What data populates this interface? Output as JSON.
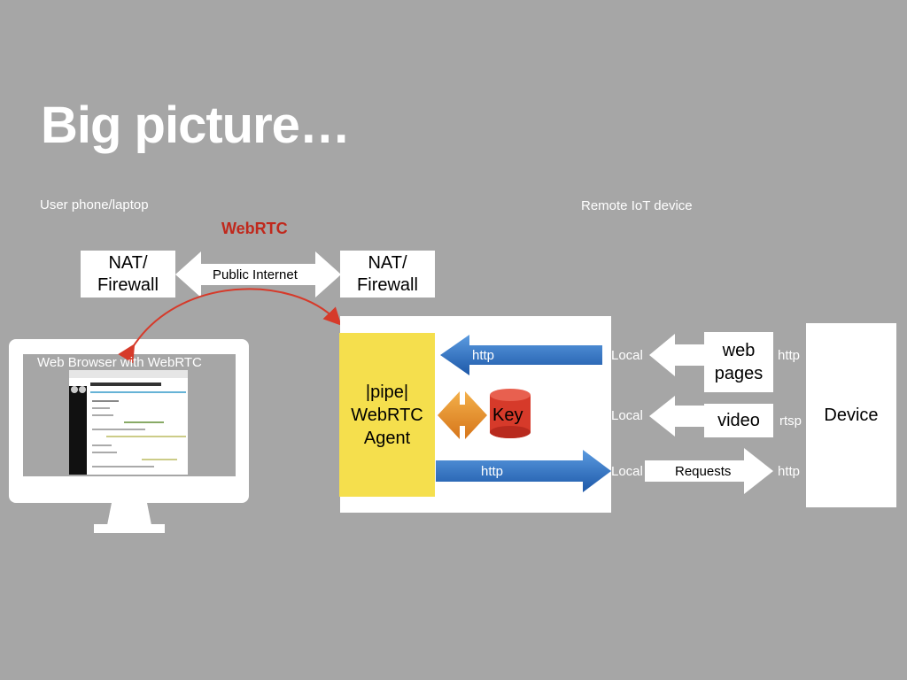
{
  "slide": {
    "title": "Big picture…",
    "user_side_label": "User phone/laptop",
    "remote_side_label": "Remote IoT device",
    "webrtc_label": "WebRTC",
    "public_internet_label": "Public Internet",
    "nat_left": "NAT/\nFirewall",
    "nat_right": "NAT/\nFirewall",
    "browser_caption": "Web Browser with WebRTC",
    "agent_label": "|pipe|\nWebRTC\nAgent",
    "key_label": "Key",
    "http_top": "http",
    "http_bottom": "http",
    "local_1": "Local",
    "local_2": "Local",
    "local_3": "Local",
    "web_pages": "web\npages",
    "video": "video",
    "requests": "Requests",
    "proto_1": "http",
    "proto_2": "rtsp",
    "proto_3": "http",
    "device": "Device"
  },
  "colors": {
    "background": "#a6a6a6",
    "agent_fill": "#f5df4d",
    "blue_arrow": "#2a6fc4",
    "orange_arrow": "#e58e26",
    "key_red": "#d63a2a",
    "webrtc_red": "#c0281c"
  },
  "icons": {
    "monitor": "monitor-icon",
    "database": "database-icon"
  }
}
